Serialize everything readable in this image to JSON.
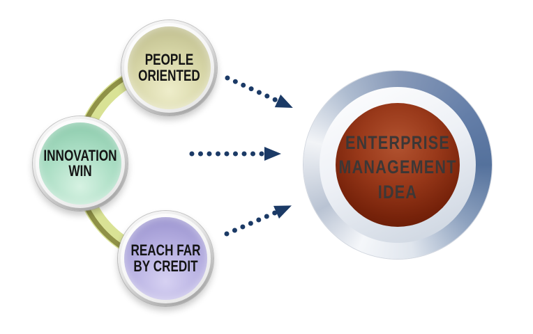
{
  "nodes": [
    {
      "name": "people-oriented",
      "line1": "PEOPLE",
      "line2": "ORIENTED",
      "fill": "#d6d5a6"
    },
    {
      "name": "innovation-win",
      "line1": "INNOVATION",
      "line2": "WIN",
      "fill": "#a9ddc3"
    },
    {
      "name": "reach-far-by-credit",
      "line1": "REACH FAR",
      "line2": "BY CREDIT",
      "fill": "#b4ade0"
    }
  ],
  "center_node": {
    "name": "enterprise-management-idea",
    "line1": "ENTERPRISE",
    "line2": "MANAGEMENT",
    "line3": "IDEA",
    "fill": "#8a2e12",
    "ring_color": "#7e92b2",
    "text_color": "#3c3736"
  },
  "connectors": {
    "band_light_color": "#d9e295",
    "band_dark_color": "#8f9147",
    "arrow_color": "#1b3a66",
    "arrow_style": "dotted",
    "arrow_count": 3
  }
}
